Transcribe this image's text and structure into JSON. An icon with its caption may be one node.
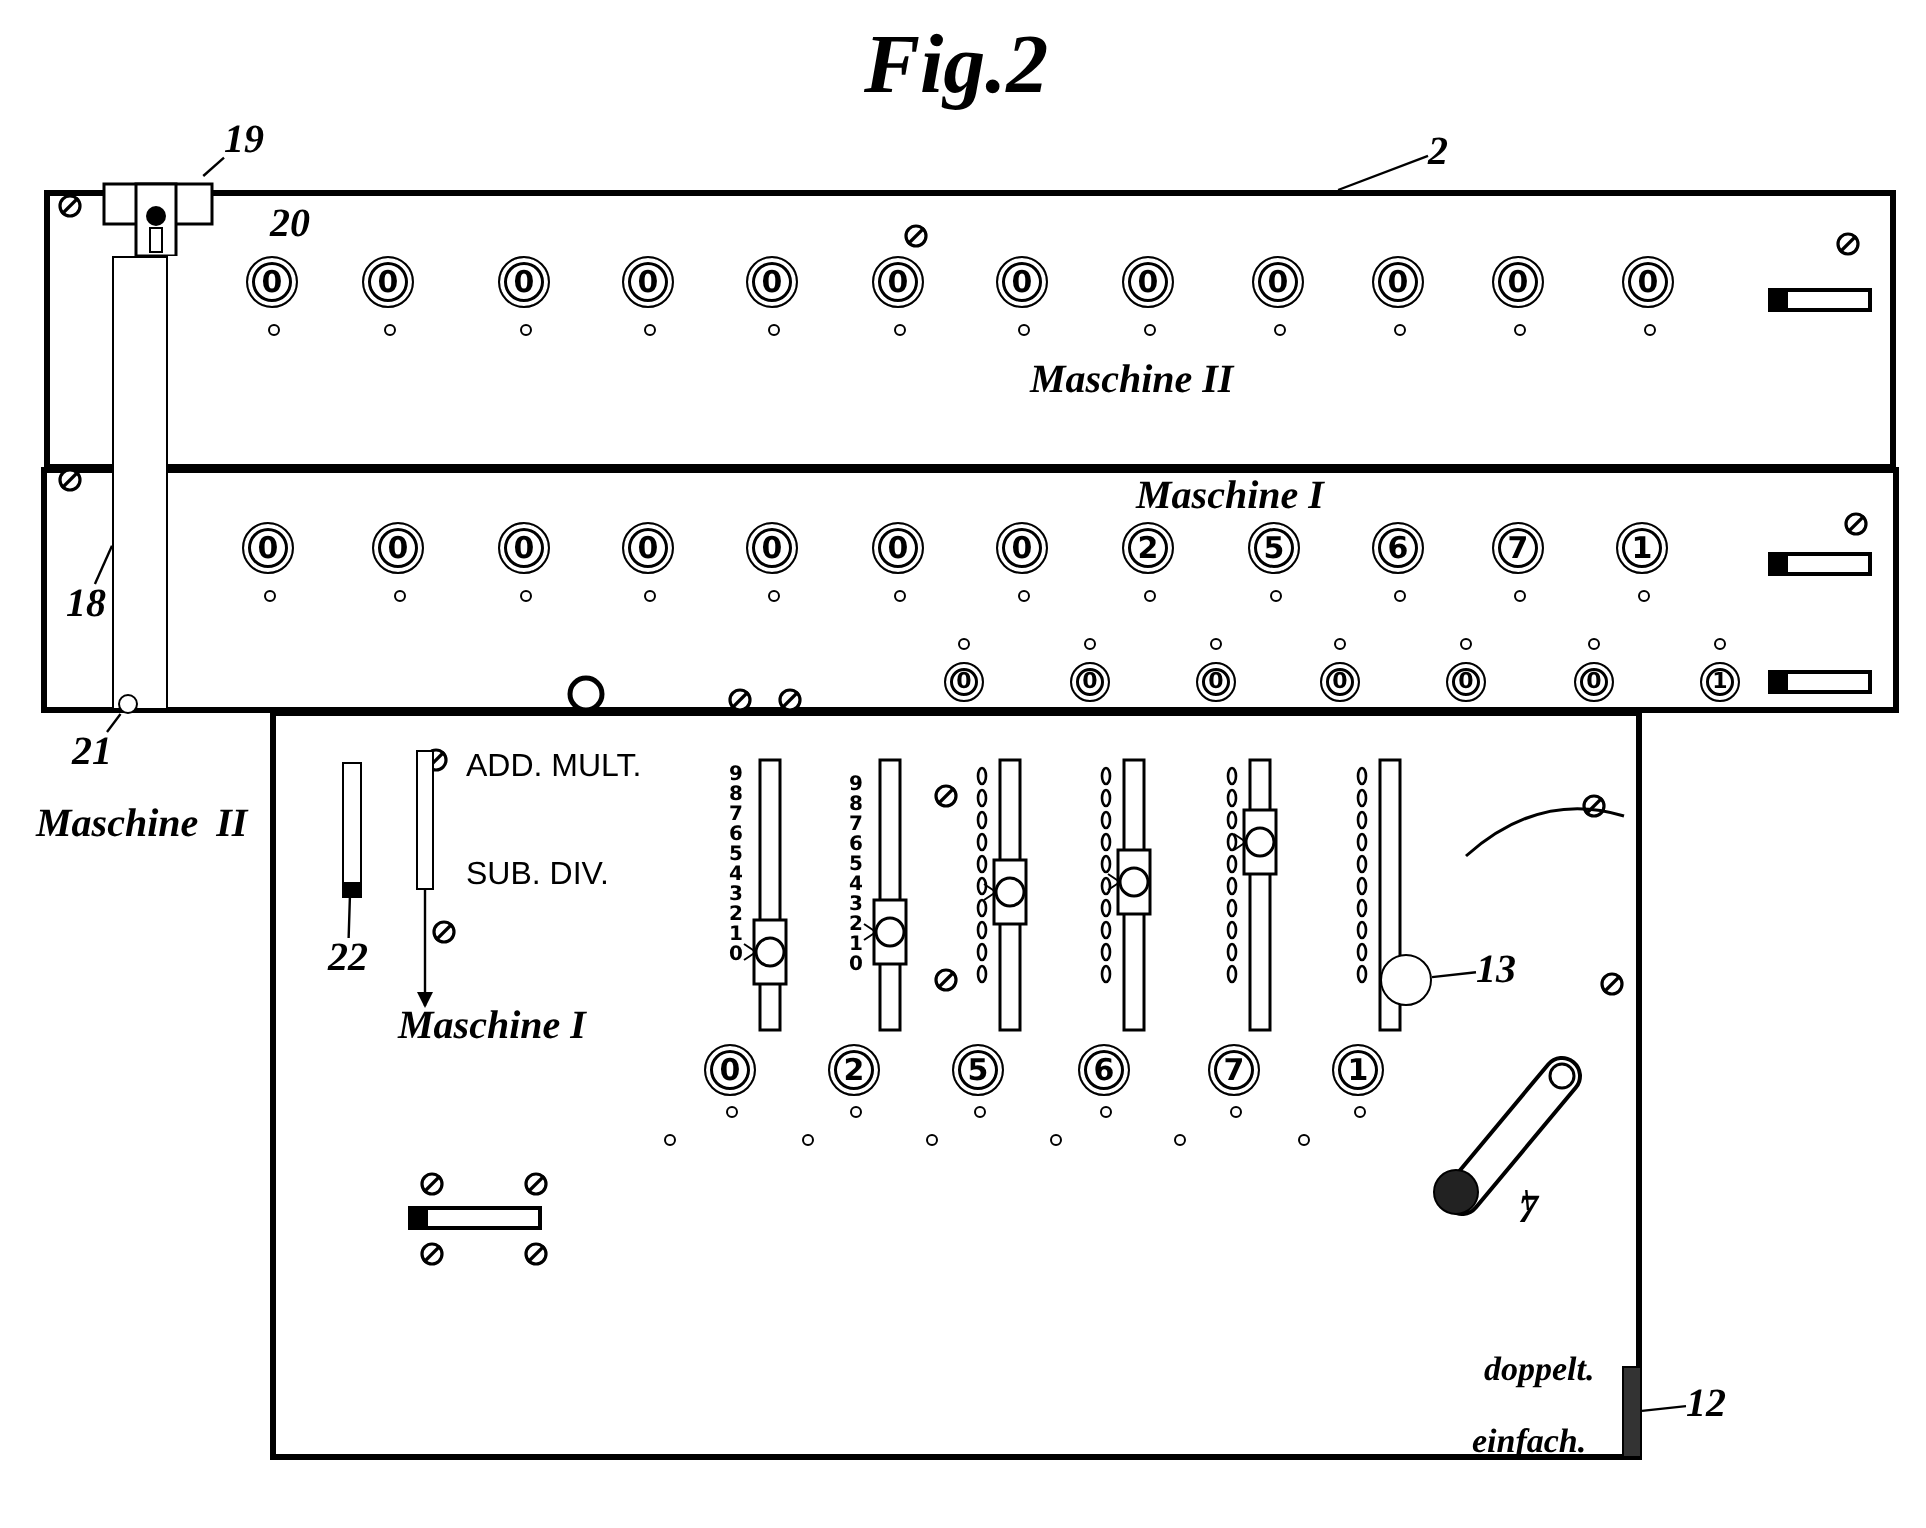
{
  "diagram": {
    "title": "Fig.2",
    "nodes": [
      {
        "text": [
          "19"
        ]
      },
      {
        "text": [],
        "shape": "box"
      },
      {
        "text": [],
        "shape": "picture"
      },
      {
        "text": [
          "2"
        ]
      },
      {
        "text": [
          "18"
        ]
      },
      {
        "text": [],
        "shape": "bar"
      },
      {
        "text": [
          "21"
        ]
      },
      {
        "text": [],
        "shape": "circle",
        "in": 5
      },
      {
        "text": [],
        "shape": "box"
      },
      {
        "text": [],
        "shape": "bar",
        "in": 8
      },
      {
        "text": [
          "22"
        ],
        "in": 8
      },
      {
        "text": [],
        "shape": "bar",
        "in": 8
      },
      {
        "text": [
          "Maschine I"
        ],
        "in": 8
      },
      {
        "text": [],
        "shape": "circle",
        "in": 8
      },
      {
        "text": [
          "13"
        ],
        "in": 8
      },
      {
        "text": [],
        "shape": "picture",
        "in": 8
      },
      {
        "text": [
          "7"
        ],
        "in": 8
      },
      {
        "text": [],
        "shape": "bar",
        "in": 8
      },
      {
        "text": [
          "12"
        ]
      }
    ],
    "edges": [
      {
        "from": 0,
        "to": 2,
        "arrow": "none"
      },
      {
        "from": 3,
        "to": 1,
        "arrow": "none"
      },
      {
        "from": 4,
        "to": 5,
        "arrow": "none"
      },
      {
        "from": 6,
        "to": 7,
        "arrow": "none"
      },
      {
        "from": 10,
        "to": 9,
        "arrow": "none"
      },
      {
        "from": 11,
        "to": 12,
        "arrow": "to"
      },
      {
        "from": 14,
        "to": 13,
        "arrow": "none"
      },
      {
        "from": 16,
        "to": 15,
        "arrow": "none"
      },
      {
        "from": 18,
        "to": 17,
        "arrow": "none"
      }
    ],
    "labels": [
      "20",
      "0",
      "0",
      "0",
      "0",
      "0",
      "0",
      "0",
      "0",
      "0",
      "0",
      "0",
      "0",
      "Maschine II",
      "Maschine I",
      "0",
      "0",
      "0",
      "0",
      "0",
      "0",
      "0",
      "2",
      "5",
      "6",
      "7",
      "1",
      "0",
      "0",
      "0",
      "0",
      "0",
      "0",
      "1",
      "Maschine II",
      "ADD. MULT.",
      "SUB. DIV.",
      "9 8 7 6 5 4 3 2 1 0",
      "9 8 7 6 5 4 3 2 1 0",
      "0",
      "2",
      "5",
      "6",
      "7",
      "1",
      "doppelt.",
      "einfach."
    ]
  }
}
